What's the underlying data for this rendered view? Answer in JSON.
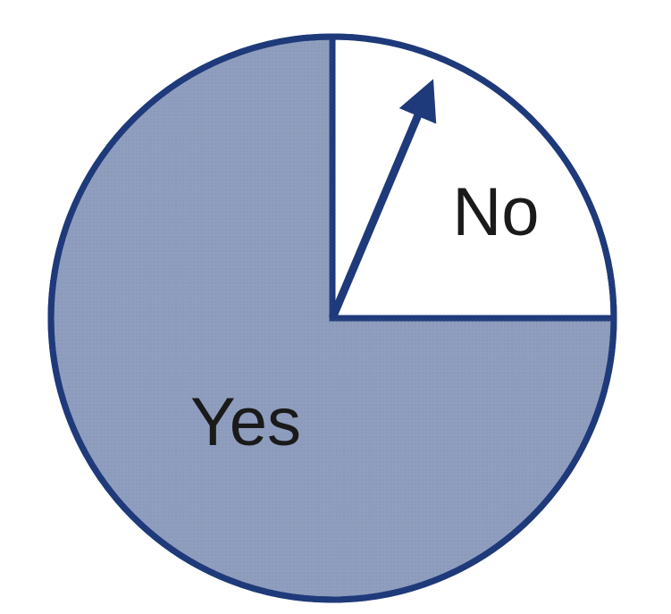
{
  "chart_data": {
    "type": "pie",
    "title": "",
    "slices": [
      {
        "label": "Yes",
        "value": 75,
        "color": "#8e9dbd"
      },
      {
        "label": "No",
        "value": 25,
        "color": "#ffffff"
      }
    ],
    "start_angle_deg": 0,
    "direction": "clockwise-from-top",
    "outline_color": "#1f3a7a",
    "pointer_arrow": {
      "in_slice": "No",
      "color": "#1f3a7a"
    },
    "legend": "none"
  }
}
